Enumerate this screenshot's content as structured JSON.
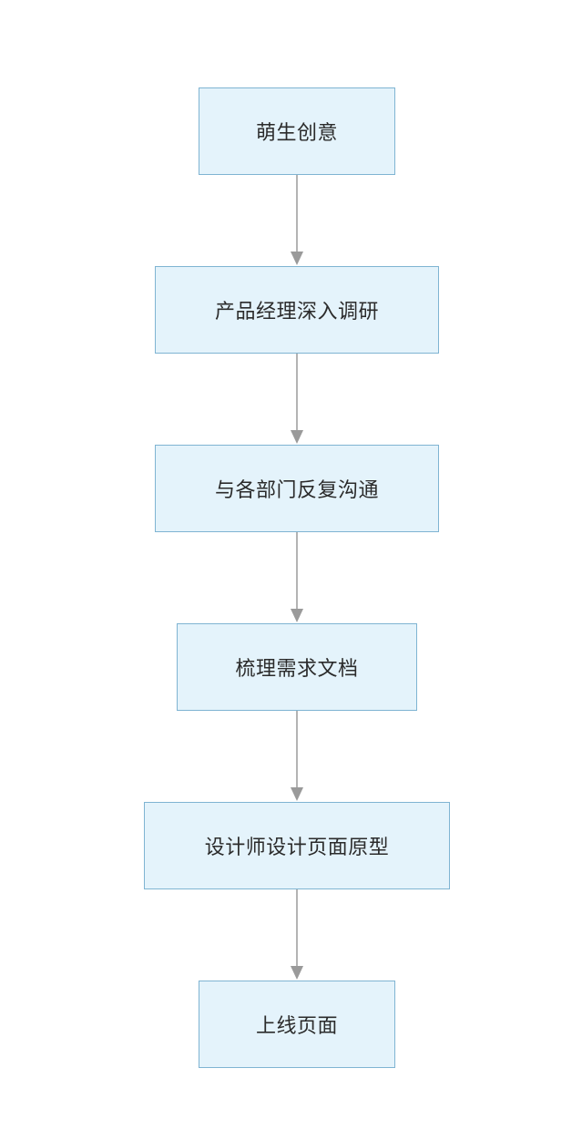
{
  "flowchart": {
    "steps": [
      "萌生创意",
      "产品经理深入调研",
      "与各部门反复沟通",
      "梳理需求文档",
      "设计师设计页面原型",
      "上线页面"
    ]
  },
  "colors": {
    "node_fill": "#e4f3fb",
    "node_border": "#7fb4d2",
    "connector": "#9a9a9a",
    "text": "#2b2b2b"
  }
}
